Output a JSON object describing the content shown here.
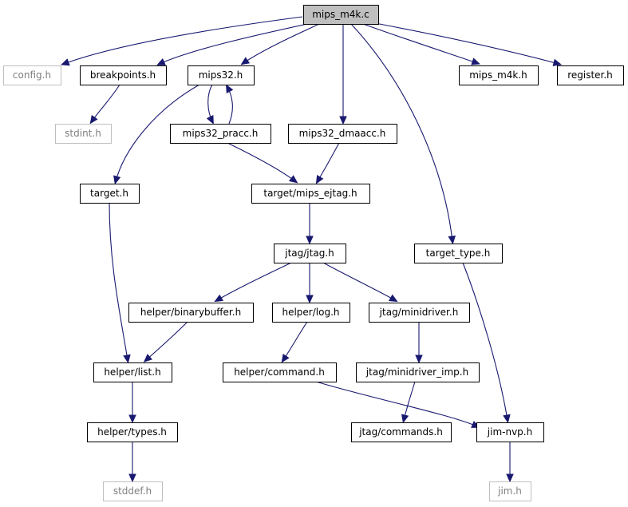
{
  "colors": {
    "edge": "#191970",
    "border": "#000000",
    "external_border": "#bfbfbf",
    "external_text": "#7f7f7f",
    "root_fill": "#bfbfbf"
  },
  "nodes": [
    {
      "id": "mips_m4k_c",
      "label": "mips_m4k.c",
      "kind": "root"
    },
    {
      "id": "config_h",
      "label": "config.h",
      "kind": "external"
    },
    {
      "id": "breakpoints_h",
      "label": "breakpoints.h",
      "kind": "header"
    },
    {
      "id": "mips32_h",
      "label": "mips32.h",
      "kind": "header"
    },
    {
      "id": "mips_m4k_h",
      "label": "mips_m4k.h",
      "kind": "header"
    },
    {
      "id": "register_h",
      "label": "register.h",
      "kind": "header"
    },
    {
      "id": "stdint_h",
      "label": "stdint.h",
      "kind": "external"
    },
    {
      "id": "mips32_pracc_h",
      "label": "mips32_pracc.h",
      "kind": "header"
    },
    {
      "id": "mips32_dmaacc_h",
      "label": "mips32_dmaacc.h",
      "kind": "header"
    },
    {
      "id": "target_h",
      "label": "target.h",
      "kind": "header"
    },
    {
      "id": "target_mips_ejtag_h",
      "label": "target/mips_ejtag.h",
      "kind": "header"
    },
    {
      "id": "jtag_jtag_h",
      "label": "jtag/jtag.h",
      "kind": "header"
    },
    {
      "id": "target_type_h",
      "label": "target_type.h",
      "kind": "header"
    },
    {
      "id": "helper_binarybuffer_h",
      "label": "helper/binarybuffer.h",
      "kind": "header"
    },
    {
      "id": "helper_log_h",
      "label": "helper/log.h",
      "kind": "header"
    },
    {
      "id": "jtag_minidriver_h",
      "label": "jtag/minidriver.h",
      "kind": "header"
    },
    {
      "id": "helper_list_h",
      "label": "helper/list.h",
      "kind": "header"
    },
    {
      "id": "helper_command_h",
      "label": "helper/command.h",
      "kind": "header"
    },
    {
      "id": "jtag_minidriver_imp_h",
      "label": "jtag/minidriver_imp.h",
      "kind": "header"
    },
    {
      "id": "helper_types_h",
      "label": "helper/types.h",
      "kind": "header"
    },
    {
      "id": "jtag_commands_h",
      "label": "jtag/commands.h",
      "kind": "header"
    },
    {
      "id": "jim_nvp_h",
      "label": "jim-nvp.h",
      "kind": "header"
    },
    {
      "id": "stddef_h",
      "label": "stddef.h",
      "kind": "external"
    },
    {
      "id": "jim_h",
      "label": "jim.h",
      "kind": "external"
    }
  ],
  "edges": [
    [
      "mips_m4k_c",
      "config_h"
    ],
    [
      "mips_m4k_c",
      "breakpoints_h"
    ],
    [
      "mips_m4k_c",
      "mips32_h"
    ],
    [
      "mips_m4k_c",
      "mips32_dmaacc_h"
    ],
    [
      "mips_m4k_c",
      "target_type_h"
    ],
    [
      "mips_m4k_c",
      "mips_m4k_h"
    ],
    [
      "mips_m4k_c",
      "register_h"
    ],
    [
      "breakpoints_h",
      "stdint_h"
    ],
    [
      "mips32_h",
      "mips32_pracc_h"
    ],
    [
      "mips32_pracc_h",
      "mips32_h"
    ],
    [
      "mips32_h",
      "target_h"
    ],
    [
      "mips32_pracc_h",
      "target_mips_ejtag_h"
    ],
    [
      "mips32_dmaacc_h",
      "target_mips_ejtag_h"
    ],
    [
      "target_h",
      "helper_list_h"
    ],
    [
      "target_mips_ejtag_h",
      "jtag_jtag_h"
    ],
    [
      "jtag_jtag_h",
      "helper_binarybuffer_h"
    ],
    [
      "jtag_jtag_h",
      "helper_log_h"
    ],
    [
      "jtag_jtag_h",
      "jtag_minidriver_h"
    ],
    [
      "helper_binarybuffer_h",
      "helper_list_h"
    ],
    [
      "helper_log_h",
      "helper_command_h"
    ],
    [
      "jtag_minidriver_h",
      "jtag_minidriver_imp_h"
    ],
    [
      "helper_list_h",
      "helper_types_h"
    ],
    [
      "helper_command_h",
      "jim_nvp_h"
    ],
    [
      "jtag_minidriver_imp_h",
      "jtag_commands_h"
    ],
    [
      "target_type_h",
      "jim_nvp_h"
    ],
    [
      "helper_types_h",
      "stddef_h"
    ],
    [
      "jim_nvp_h",
      "jim_h"
    ]
  ]
}
